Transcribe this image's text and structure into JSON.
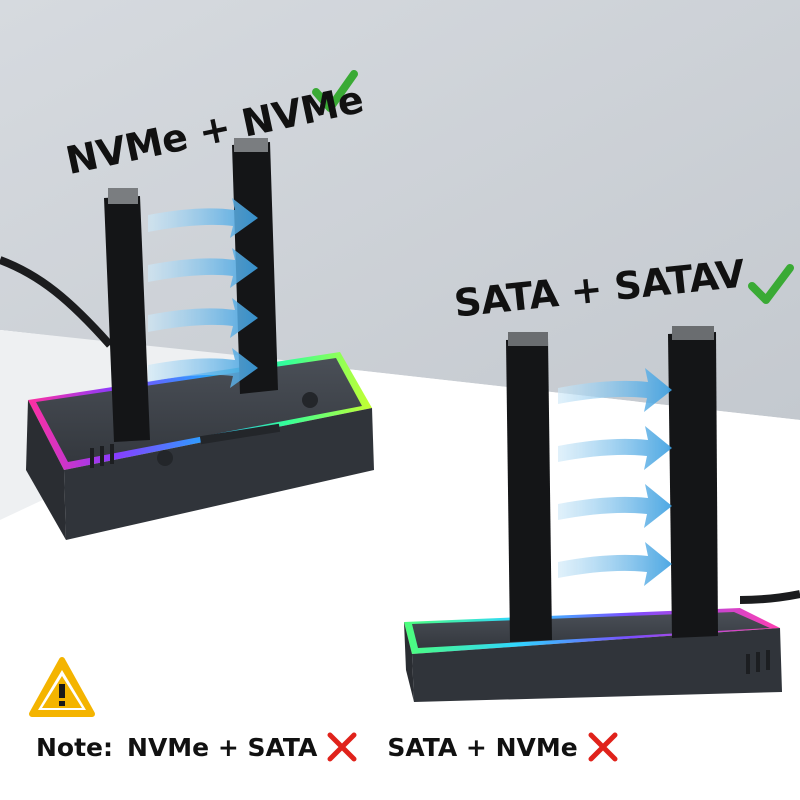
{
  "labels": {
    "nvme_pair": "NVMe + NVMe",
    "sata_pair": "SATA + SATAV",
    "note_prefix": "Note:",
    "note_combo_1": "NVMe + SATA",
    "note_combo_2": "SATA + NVMe"
  },
  "icons": {
    "supported": "check-icon",
    "unsupported": "cross-icon",
    "warning": "warning-icon"
  },
  "colors": {
    "check": "#3aaa35",
    "cross": "#e0221b",
    "warning": "#f4b400",
    "arrow": "#5ab4e6",
    "dock": "#3a3f46"
  }
}
